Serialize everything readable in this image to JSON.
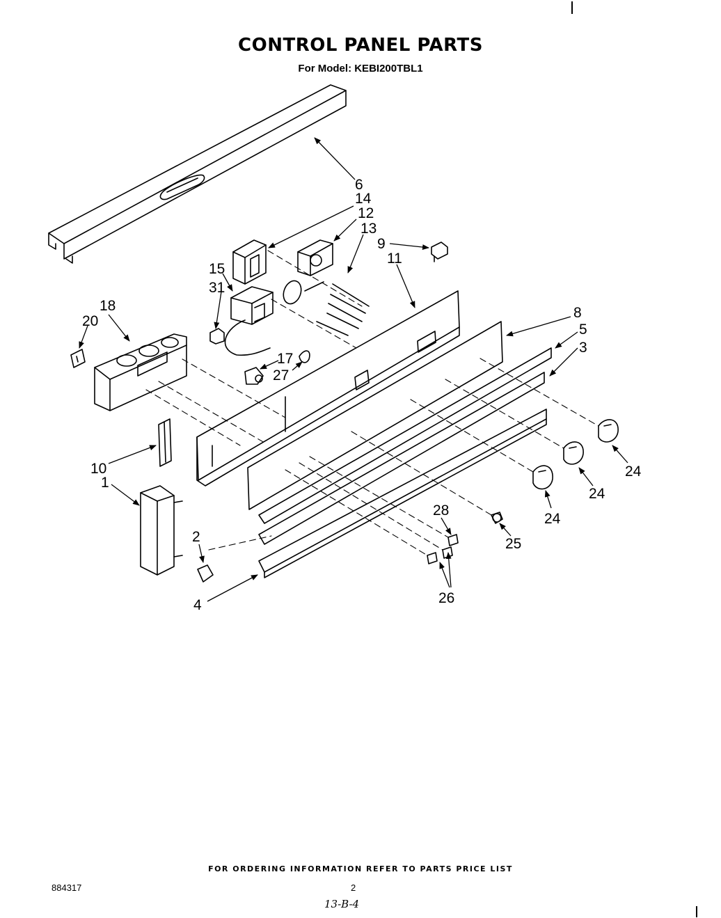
{
  "header": {
    "title": "CONTROL PANEL PARTS",
    "subtitle": "For Model: KEBI200TBL1"
  },
  "callouts": {
    "c1": "1",
    "c2": "2",
    "c3": "3",
    "c4": "4",
    "c5": "5",
    "c6": "6",
    "c8": "8",
    "c9": "9",
    "c10": "10",
    "c11": "11",
    "c12": "12",
    "c13": "13",
    "c14": "14",
    "c15": "15",
    "c17": "17",
    "c18": "18",
    "c20": "20",
    "c24a": "24",
    "c24b": "24",
    "c24c": "24",
    "c25": "25",
    "c26": "26",
    "c27": "27",
    "c28": "28",
    "c31": "31"
  },
  "footer": {
    "note": "FOR ORDERING INFORMATION REFER TO PARTS PRICE LIST",
    "doc_number": "884317",
    "page_number": "2",
    "handwritten": "13-B-4"
  }
}
